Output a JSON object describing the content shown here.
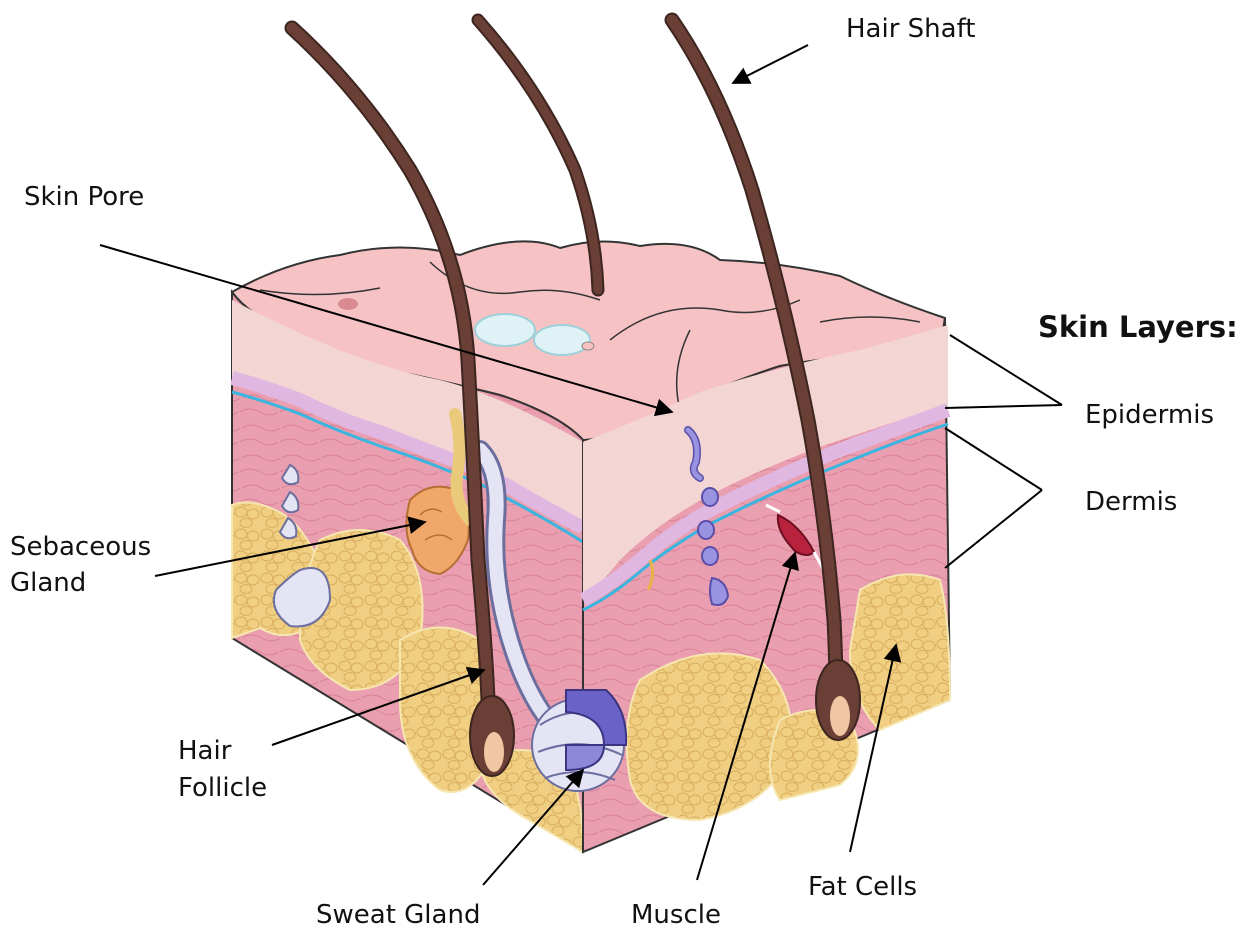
{
  "title": "Skin Layers:",
  "labels": {
    "hair_shaft": "Hair Shaft",
    "skin_pore": "Skin Pore",
    "sebaceous_gland_line1": "Sebaceous",
    "sebaceous_gland_line2": "Gland",
    "hair_follicle_line1": "Hair",
    "hair_follicle_line2": "Follicle",
    "sweat_gland": "Sweat Gland",
    "muscle": "Muscle",
    "fat_cells": "Fat Cells",
    "epidermis": "Epidermis",
    "dermis": "Dermis"
  },
  "colors": {
    "surface": "#f7c2c4",
    "epidermis": "#f3d6d3",
    "dermis": "#ea9fb0",
    "fat": "#f0cf83",
    "hair": "#6a3f35",
    "basal_line": "#39b5e0",
    "sweat_gland": "#8f88d8",
    "sebaceous": "#f1a769"
  }
}
